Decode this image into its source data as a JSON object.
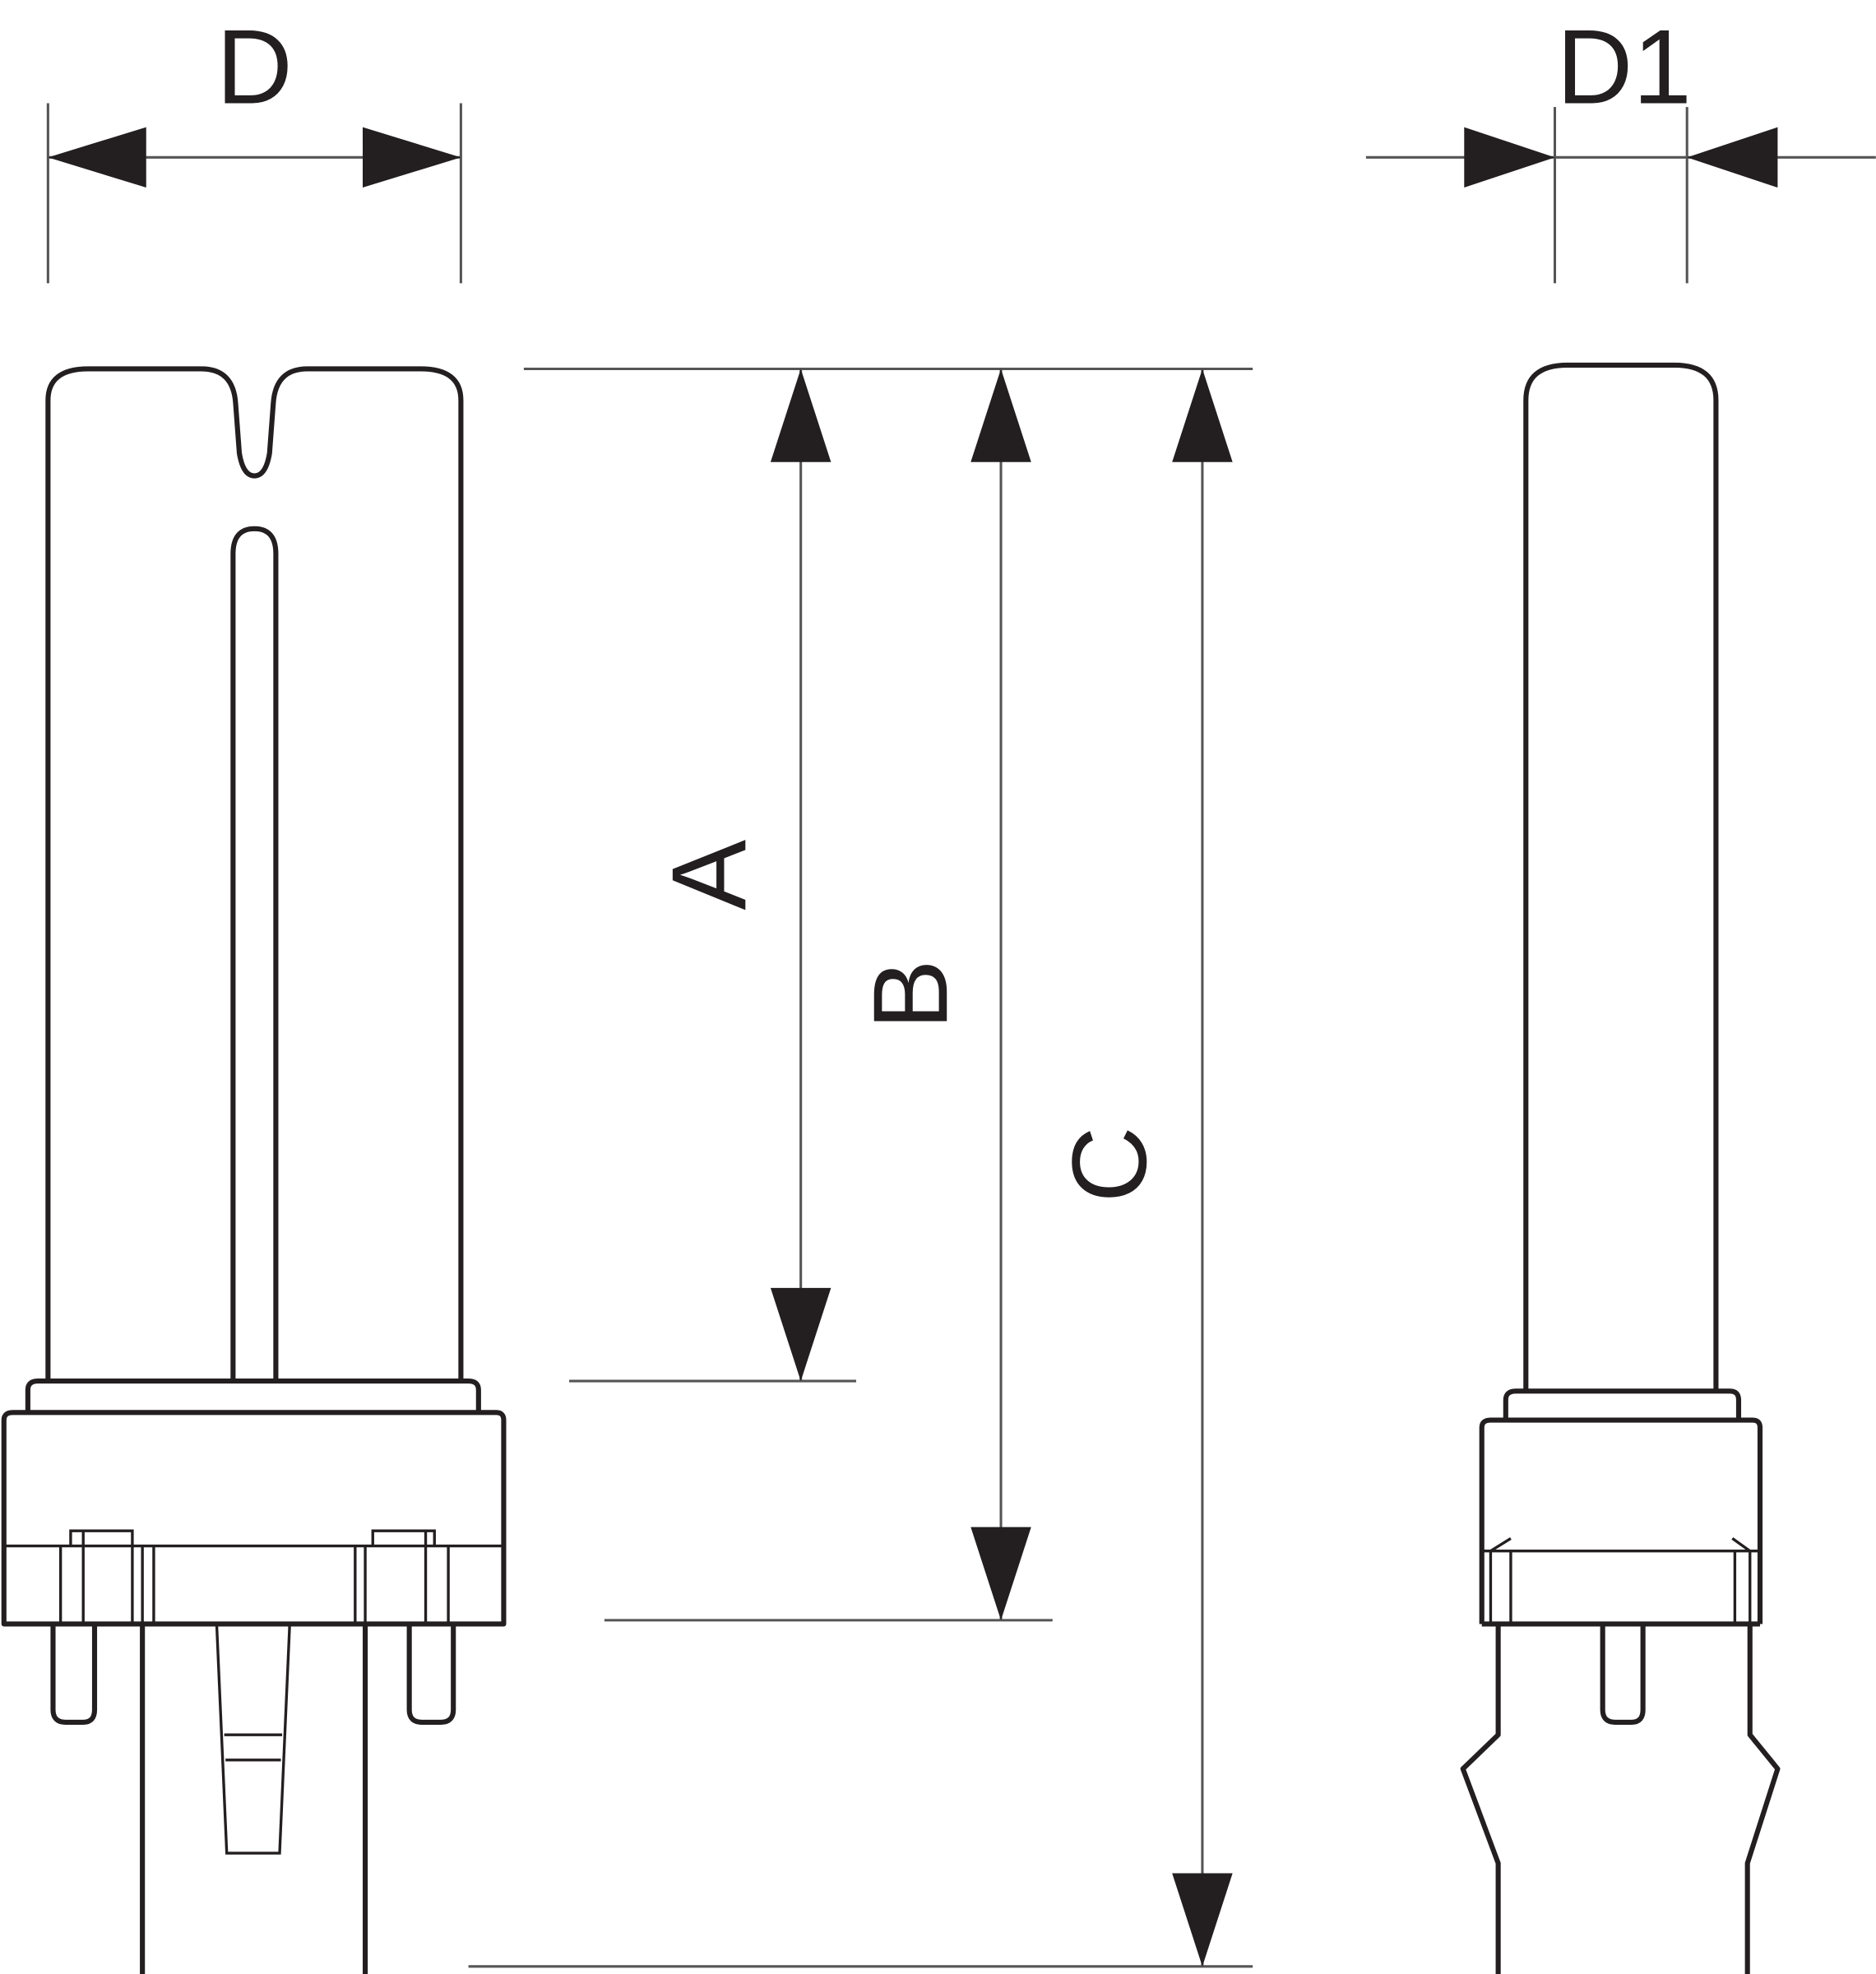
{
  "diagram": {
    "labels": {
      "d": "D",
      "d1": "D1",
      "a": "A",
      "b": "B",
      "c": "C"
    },
    "line_color": "#231f20"
  }
}
